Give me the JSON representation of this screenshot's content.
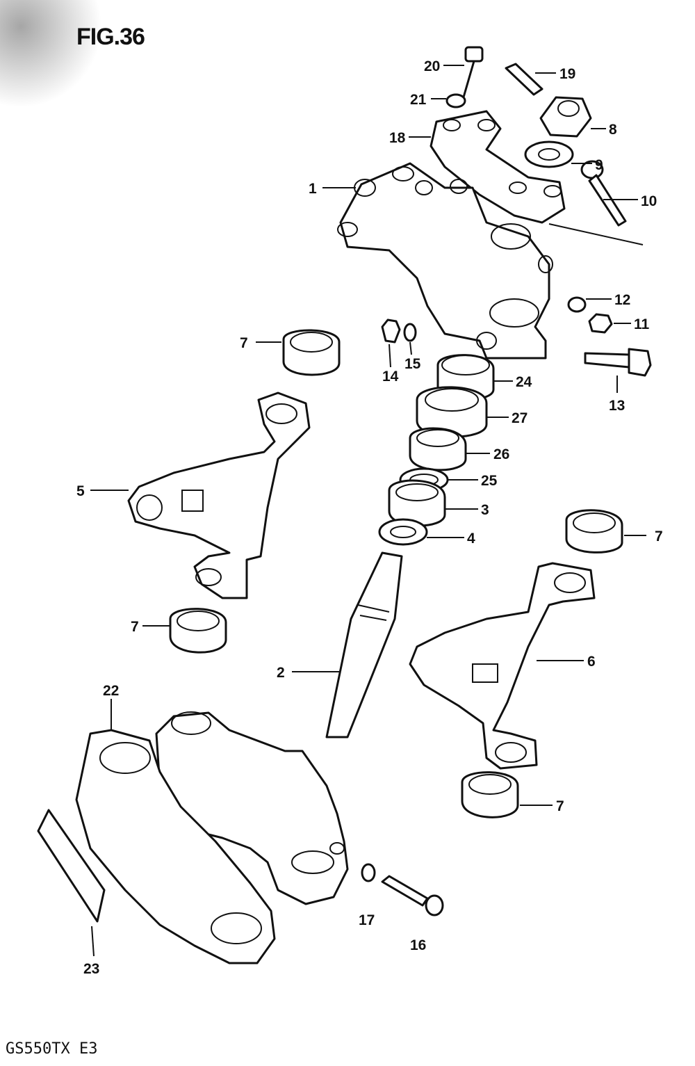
{
  "figure": {
    "title": "FIG.36",
    "model_code": "GS550TX E3"
  },
  "callouts": [
    {
      "id": "20",
      "label": "20"
    },
    {
      "id": "19",
      "label": "19"
    },
    {
      "id": "21",
      "label": "21"
    },
    {
      "id": "18",
      "label": "18"
    },
    {
      "id": "8",
      "label": "8"
    },
    {
      "id": "9",
      "label": "9"
    },
    {
      "id": "1",
      "label": "1"
    },
    {
      "id": "10",
      "label": "10"
    },
    {
      "id": "12",
      "label": "12"
    },
    {
      "id": "11",
      "label": "11"
    },
    {
      "id": "7a",
      "label": "7"
    },
    {
      "id": "14",
      "label": "14"
    },
    {
      "id": "15",
      "label": "15"
    },
    {
      "id": "13",
      "label": "13"
    },
    {
      "id": "24",
      "label": "24"
    },
    {
      "id": "27",
      "label": "27"
    },
    {
      "id": "26",
      "label": "26"
    },
    {
      "id": "5",
      "label": "5"
    },
    {
      "id": "25",
      "label": "25"
    },
    {
      "id": "3",
      "label": "3"
    },
    {
      "id": "4",
      "label": "4"
    },
    {
      "id": "7b",
      "label": "7"
    },
    {
      "id": "7c",
      "label": "7"
    },
    {
      "id": "6",
      "label": "6"
    },
    {
      "id": "2",
      "label": "2"
    },
    {
      "id": "22",
      "label": "22"
    },
    {
      "id": "7d",
      "label": "7"
    },
    {
      "id": "17",
      "label": "17"
    },
    {
      "id": "16",
      "label": "16"
    },
    {
      "id": "23",
      "label": "23"
    }
  ]
}
